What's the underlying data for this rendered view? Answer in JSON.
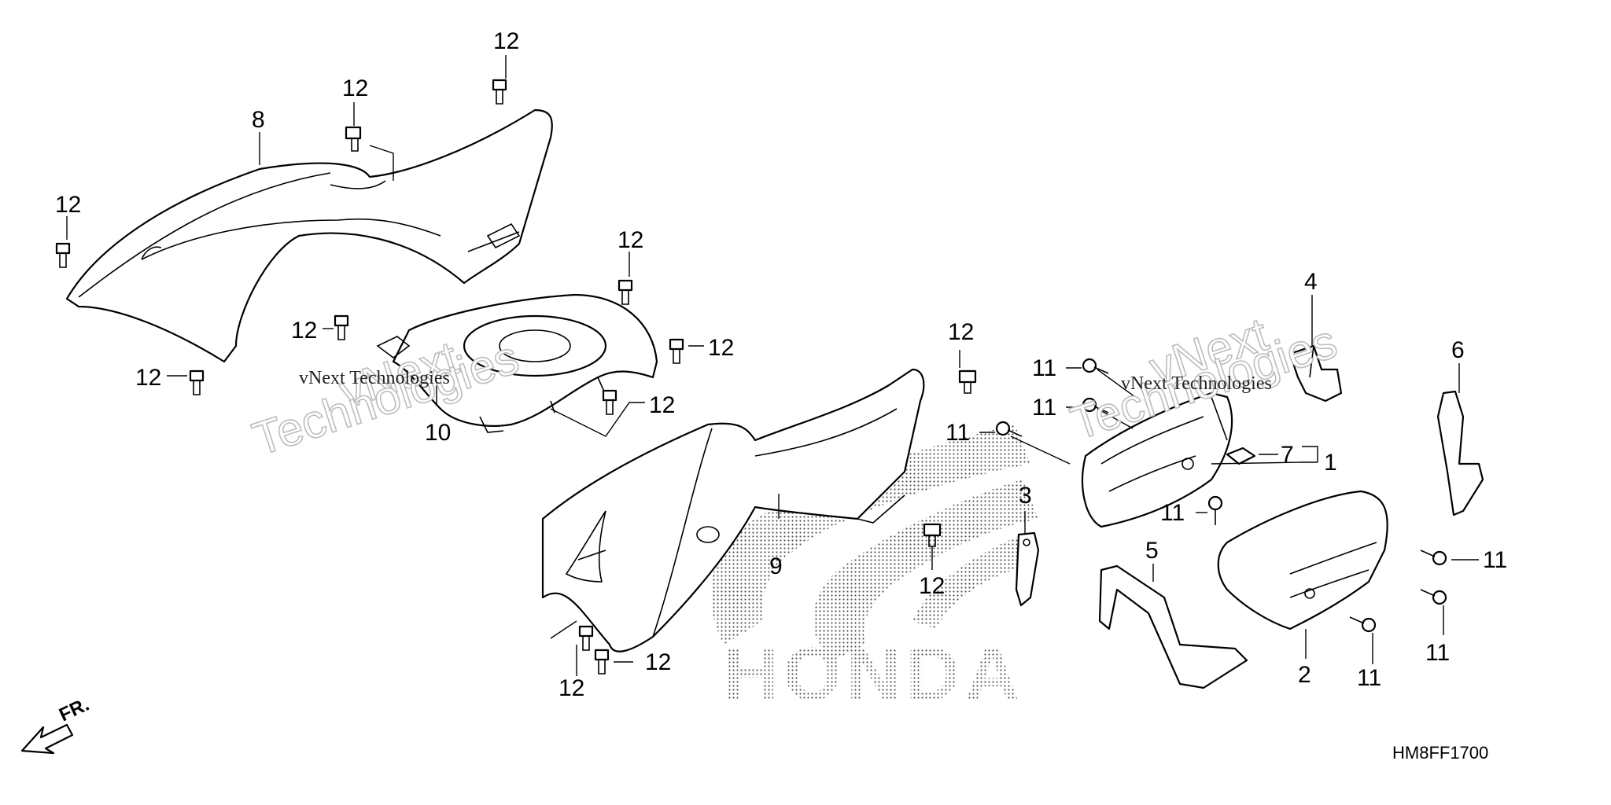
{
  "diagram_code": "HM8FF1700",
  "front_marker": "FR.",
  "brand_mark": "HONDA",
  "watermark_line": "vNext Technologies",
  "watermark_outline_a": "vNext",
  "watermark_outline_b": "Technologies",
  "callouts": {
    "c1": "1",
    "c2": "2",
    "c3": "3",
    "c4": "4",
    "c5": "5",
    "c6": "6",
    "c7": "7",
    "c8": "8",
    "c9": "9",
    "c10": "10",
    "c11": "11",
    "c12": "12"
  },
  "colors": {
    "ink": "#000000",
    "dots": "#555555",
    "watermark": "#bdbdbd"
  }
}
